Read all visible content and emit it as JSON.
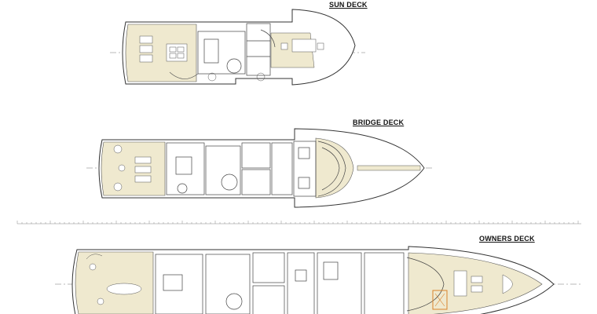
{
  "decks": {
    "sun": {
      "title": "SUN DECK"
    },
    "bridge": {
      "title": "BRIDGE DECK"
    },
    "owners": {
      "title": "OWNERS DECK"
    }
  },
  "colors": {
    "line": "#3a3a3a",
    "light_line": "#9a9a9a",
    "deck_fill": "#efe9cf",
    "accent_orange": "#d9822b",
    "background": "#ffffff"
  }
}
